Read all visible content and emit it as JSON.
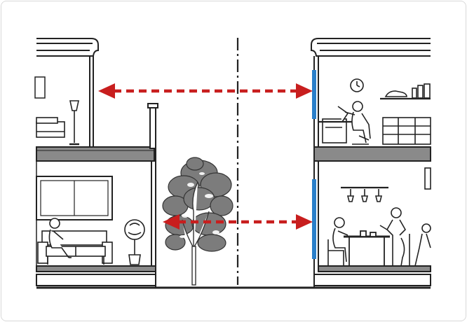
{
  "figure": {
    "colors": {
      "line": "#222222",
      "wall_fill": "#7a7a7a",
      "floor_fill": "#8a8a8a",
      "arrow": "#c81e1e",
      "window_glass": "#2a7fc9",
      "tree_foliage": "#7c7c7c",
      "background": "#ffffff",
      "frame_border": "#d9d9d9"
    },
    "arrows": [
      {
        "direction": "bidirectional",
        "style": "dashed",
        "level": "upper-floor"
      },
      {
        "direction": "bidirectional",
        "style": "dashed",
        "level": "lower-floor"
      }
    ],
    "icons": [
      "tree-icon",
      "person-sitting-sofa-icon",
      "person-reading-icon",
      "people-dining-icon",
      "wall-clock-icon",
      "floor-lamp-icon",
      "potted-plant-icon",
      "pendant-light-icon"
    ]
  }
}
